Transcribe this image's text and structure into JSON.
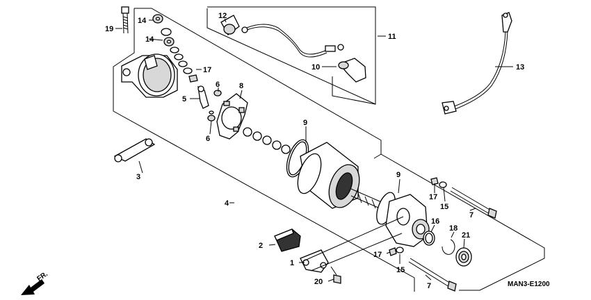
{
  "callouts": {
    "c1": "1",
    "c2": "2",
    "c3": "3",
    "c4": "4",
    "c5": "5",
    "c6a": "6",
    "c6b": "6",
    "c7a": "7",
    "c7b": "7",
    "c8": "8",
    "c9a": "9",
    "c9b": "9",
    "c10": "10",
    "c11": "11",
    "c12": "12",
    "c13": "13",
    "c14a": "14",
    "c14b": "14",
    "c15a": "15",
    "c15b": "15",
    "c16": "16",
    "c17a": "17",
    "c17b": "17",
    "c17c": "17",
    "c18": "18",
    "c19": "19",
    "c20": "20",
    "c21": "21"
  },
  "diagram_code": "MAN3-E1200",
  "direction_label": "FR.",
  "icons": {
    "direction": "front-direction-arrow-icon"
  }
}
